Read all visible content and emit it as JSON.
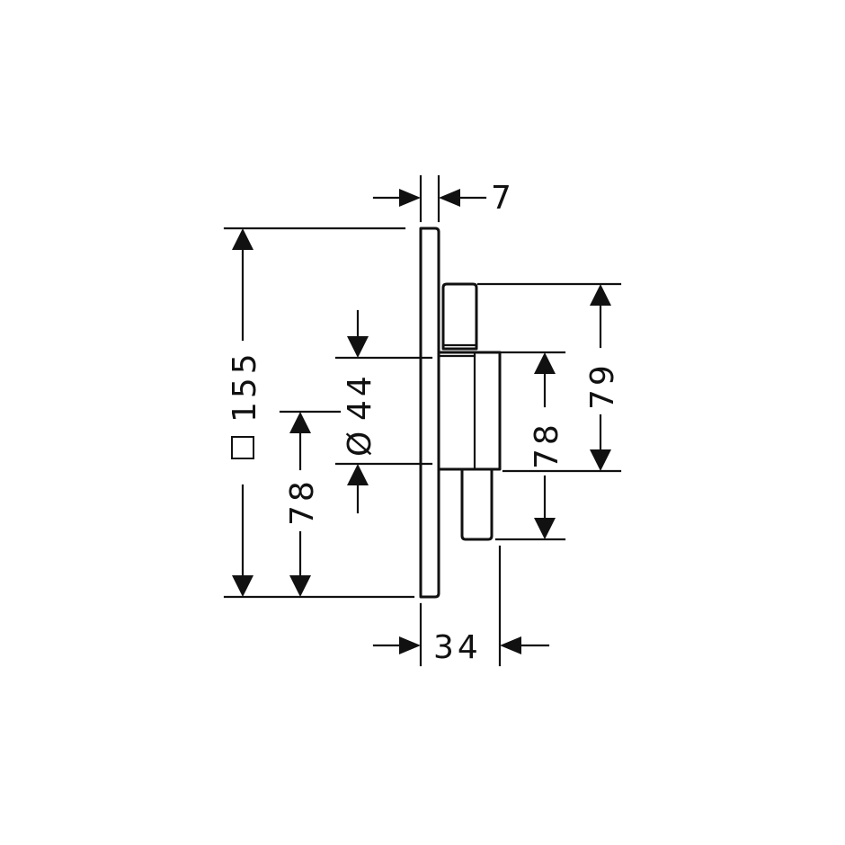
{
  "drawing": {
    "dimensions": {
      "plate_thickness": "7",
      "plate_size": "155",
      "plate_size_symbol": "□",
      "lower_offset_left": "78",
      "hub_diameter": "44",
      "hub_diameter_symbol": "Ø",
      "hub_block_height": "78",
      "upper_knob_height": "79",
      "total_depth": "34"
    },
    "colors": {
      "line": "#111111",
      "background": "#ffffff"
    }
  }
}
